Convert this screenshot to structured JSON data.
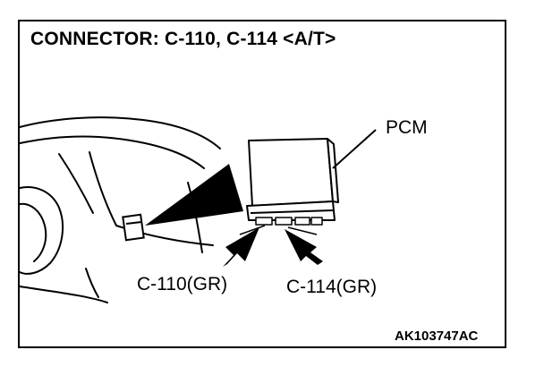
{
  "diagram": {
    "title": "CONNECTOR: C-110, C-114 <A/T>",
    "labels": {
      "pcm": "PCM",
      "c110": "C-110(GR)",
      "c114": "C-114(GR)"
    },
    "figure_code": "AK103747AC"
  }
}
